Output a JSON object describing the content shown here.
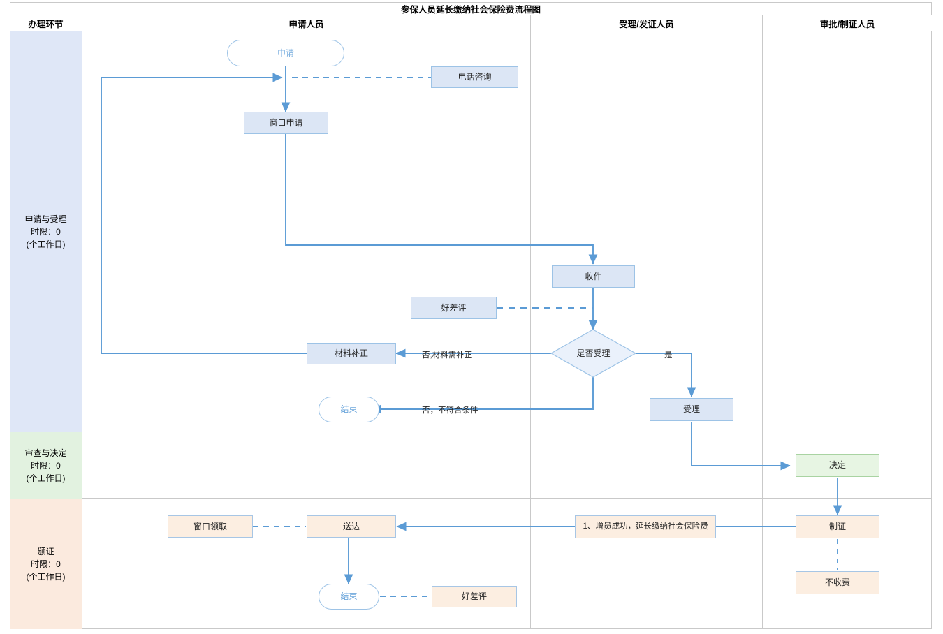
{
  "title": "参保人员延长缴纳社会保险费流程图",
  "columns": [
    {
      "key": "stage",
      "label": "办理环节"
    },
    {
      "key": "applicant",
      "label": "申请人员"
    },
    {
      "key": "accept",
      "label": "受理/发证人员"
    },
    {
      "key": "approve",
      "label": "审批/制证人员"
    }
  ],
  "lanes": [
    {
      "name": "申请与受理",
      "limit": "时限：0",
      "unit": "(个工作日)",
      "color": "#dfe7f7"
    },
    {
      "name": "审查与决定",
      "limit": "时限：0",
      "unit": "(个工作日)",
      "color": "#e2f2e0"
    },
    {
      "name": "颁证",
      "limit": "时限：0",
      "unit": "(个工作日)",
      "color": "#fbeade"
    }
  ],
  "nodes": {
    "apply": "申请",
    "phone": "电话咨询",
    "window_apply": "窗口申请",
    "receive": "收件",
    "rating1": "好差评",
    "decide_accept": "是否受理",
    "material_fix": "材料补正",
    "end1": "结束",
    "accept": "受理",
    "decision": "决定",
    "make_cert": "制证",
    "no_fee": "不收费",
    "result_note": "1、增员成功，延长缴纳社会保险费",
    "deliver": "送达",
    "window_get": "窗口领取",
    "end2": "结束",
    "rating2": "好差评"
  },
  "edge_labels": {
    "no_fix": "否,材料需补正",
    "yes": "是",
    "no_cond": "否，不符合条件"
  },
  "colors": {
    "node_blue_fill": "#dce6f5",
    "node_blue_border": "#9dc3e6",
    "node_green_fill": "#e7f5e3",
    "node_peach_fill": "#fceee1",
    "connector": "#5b9bd5",
    "lane_blue": "#dfe7f7",
    "lane_green": "#e2f2e0",
    "lane_peach": "#fbeade"
  }
}
